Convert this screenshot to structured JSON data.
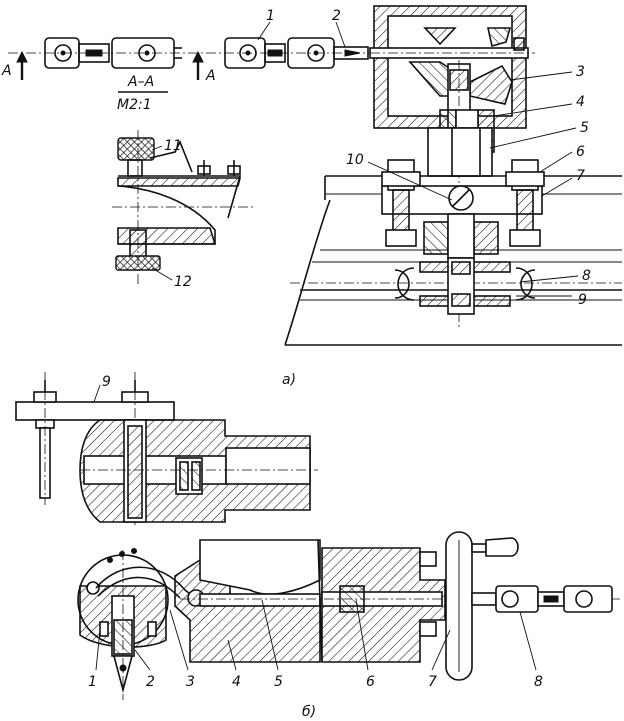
{
  "figure": {
    "section_label": "A–A",
    "section_scale": "M2:1",
    "section_arrow_left": "A",
    "section_arrow_right": "A",
    "caption_a": "а)",
    "caption_b": "б)"
  },
  "callouts_a": [
    "1",
    "2",
    "3",
    "4",
    "5",
    "6",
    "7",
    "8",
    "9",
    "10",
    "11",
    "12"
  ],
  "callouts_b": [
    "9",
    "1",
    "2",
    "3",
    "4",
    "5",
    "6",
    "7",
    "8"
  ]
}
